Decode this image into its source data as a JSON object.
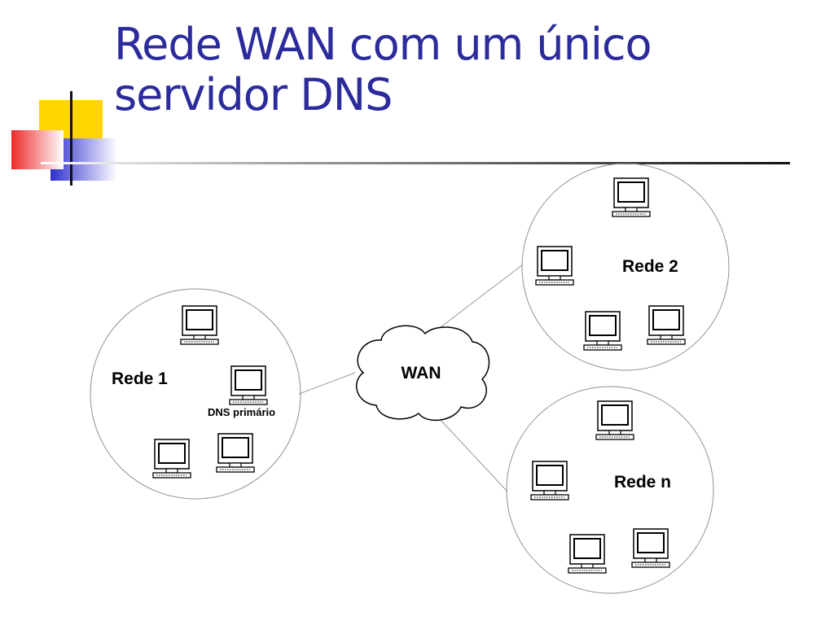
{
  "slide": {
    "title_line1": "Rede WAN com um único",
    "title_line2": "servidor DNS"
  },
  "diagram": {
    "wan_label": "WAN",
    "networks": [
      {
        "label": "Rede 1",
        "server_label": "DNS primário"
      },
      {
        "label": "Rede 2"
      },
      {
        "label": "Rede n"
      }
    ]
  },
  "colors": {
    "title": "#2b2b9c",
    "accent_yellow": "#ffd400",
    "accent_blue": "#2f2fcf",
    "accent_red": "#ee2a2a"
  }
}
